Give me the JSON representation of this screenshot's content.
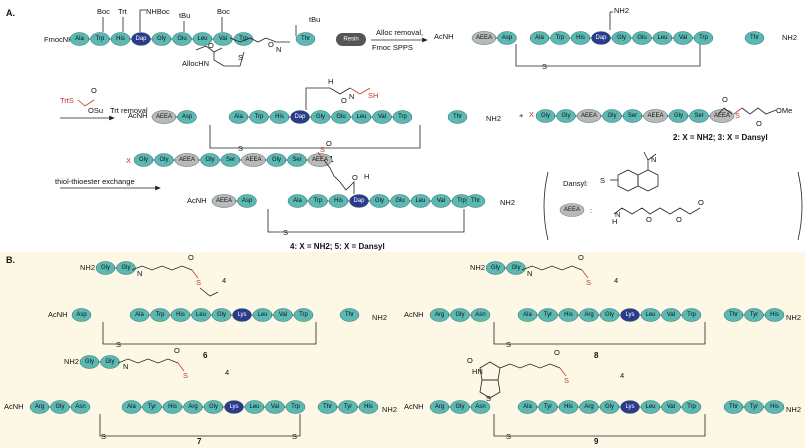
{
  "panels": {
    "a": "A.",
    "b": "B."
  },
  "arrows": {
    "step1_line1": "Alloc removal,",
    "step1_line2": "Fmoc SPPS",
    "step2": "Trt removal",
    "step3": "thiol-thioester exchange"
  },
  "groups": {
    "fmoc_nh": "FmocNH",
    "boc": "Boc",
    "trt": "Trt",
    "nhboc": "NHBoc",
    "tbu": "tBu",
    "alloc_hn": "AllocHN",
    "resin": "Resin",
    "acnh": "AcNH",
    "nh2": "NH2",
    "s": "S",
    "sh": "SH",
    "o": "O",
    "trt_s": "TrtS",
    "osu": "OSu",
    "plus": "+",
    "ome": "OMe",
    "x": "X",
    "h": "H",
    "n": "N",
    "four": "4",
    "hn": "HN"
  },
  "compound_labels": {
    "c1": "1",
    "c23": "2: X = NH2; 3: X = Dansyl",
    "c45": "4: X = NH2; 5: X = Dansyl",
    "c6": "6",
    "c7": "7",
    "c8": "8",
    "c9": "9"
  },
  "legend": {
    "dansyl": "Dansyl:",
    "aeea": "AEEA",
    "colon": ":"
  },
  "colors": {
    "residue": "#5cb8b2",
    "dap_lys": "#2b3a8c",
    "aeea": "#b9b9b9",
    "red": "#c0392b",
    "panel_b_bg": "#fdf8e6"
  },
  "sequences": {
    "s1": [
      "Ala",
      "Trp",
      "His",
      "Dap",
      "Gly",
      "Glu",
      "Leu",
      "Val",
      "Trp"
    ],
    "s1_left": [
      "Ala",
      "Trp",
      "His"
    ],
    "s1_right": [
      "Gly",
      "Glu",
      "Leu",
      "Val",
      "Trp"
    ],
    "thr": "Thr",
    "asp": "Asp",
    "dap": "Dap",
    "aeea": "AEEA",
    "p23": [
      "Gly",
      "Gly",
      "AEEA",
      "Gly",
      "Ser",
      "AEEA",
      "Gly",
      "Ser",
      "AEEA"
    ],
    "p45": [
      "Gly",
      "Gly",
      "AEEA",
      "Gly",
      "Ser",
      "AEEA",
      "Gly",
      "Ser",
      "AEEA"
    ],
    "tail_gg": [
      "Gly",
      "Gly"
    ],
    "s6": [
      "Ala",
      "Trp",
      "His",
      "Leu",
      "Gly",
      "Lys",
      "Leu",
      "Val",
      "Trp"
    ],
    "s8": [
      "Ala",
      "Tyr",
      "His",
      "Arg",
      "Gly",
      "Lys",
      "Leu",
      "Val",
      "Trp"
    ],
    "s7": [
      "Ala",
      "Tyr",
      "His",
      "Arg",
      "Gly",
      "Lys",
      "Leu",
      "Val",
      "Trp"
    ],
    "s9": [
      "Ala",
      "Tyr",
      "His",
      "Arg",
      "Gly",
      "Lys",
      "Leu",
      "Val",
      "Trp"
    ],
    "n_arg": [
      "Arg",
      "Gly",
      "Asn"
    ],
    "c_thr": [
      "Thr",
      "Tyr",
      "His"
    ]
  }
}
